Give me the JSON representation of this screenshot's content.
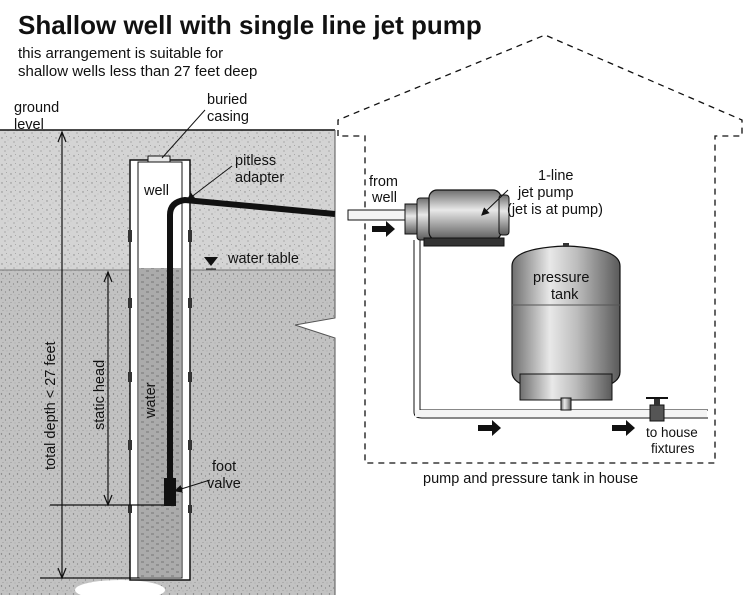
{
  "title": "Shallow well with single line jet pump",
  "subtitle": {
    "line1": "this arrangement is suitable for",
    "line2": "shallow wells less than 27 feet deep"
  },
  "labels": {
    "ground_level_1": "ground",
    "ground_level_2": "level",
    "buried_casing_1": "buried",
    "buried_casing_2": "casing",
    "pitless_adapter_1": "pitless",
    "pitless_adapter_2": "adapter",
    "well": "well",
    "water_table": "water table",
    "total_depth": "total depth < 27 feet",
    "static_head": "static head",
    "water": "water",
    "foot_valve_1": "foot",
    "foot_valve_2": "valve",
    "from_well_1": "from",
    "from_well_2": "well",
    "jet_pump_1": "1-line",
    "jet_pump_2": "jet pump",
    "jet_pump_3": "(jet is at pump)",
    "pressure_tank_1": "pressure",
    "pressure_tank_2": "tank",
    "to_house_1": "to house",
    "to_house_2": "fixtures",
    "house_caption": "pump and pressure tank in house"
  },
  "colors": {
    "soil_upper": "#d6d6d6",
    "soil_lower": "#c4c4c4",
    "water": "#a9a9a9",
    "ink": "#111111",
    "metal_light": "#e6e6e6",
    "metal_dark": "#7a7a7a"
  }
}
